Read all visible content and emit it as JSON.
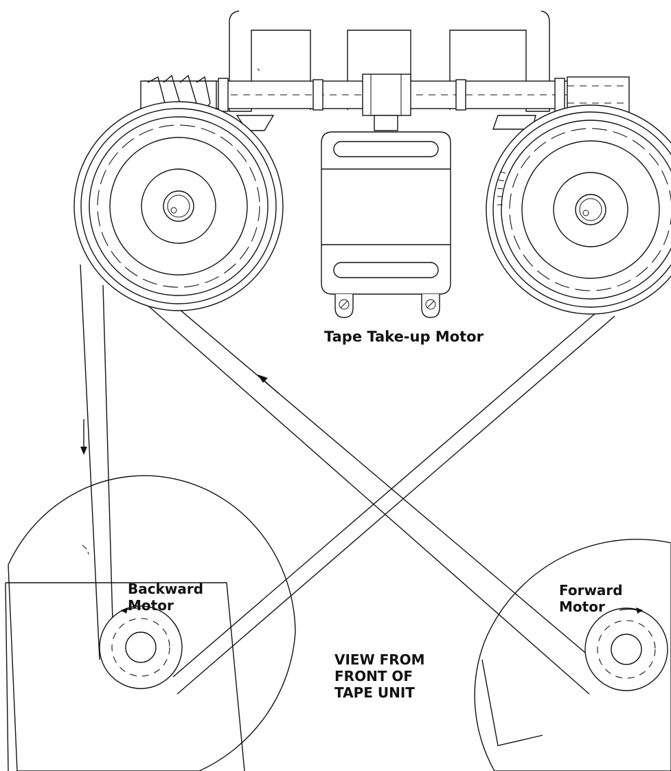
{
  "labels": {
    "take_up_motor": "Tape Take-up Motor",
    "backward_motor": [
      "Backward",
      "Motor"
    ],
    "forward_motor": [
      "Forward",
      "Motor"
    ],
    "view": [
      "VIEW FROM",
      "FRONT OF",
      "TAPE UNIT"
    ]
  },
  "colors": {
    "line": "#111111",
    "background": "#ffffff"
  }
}
